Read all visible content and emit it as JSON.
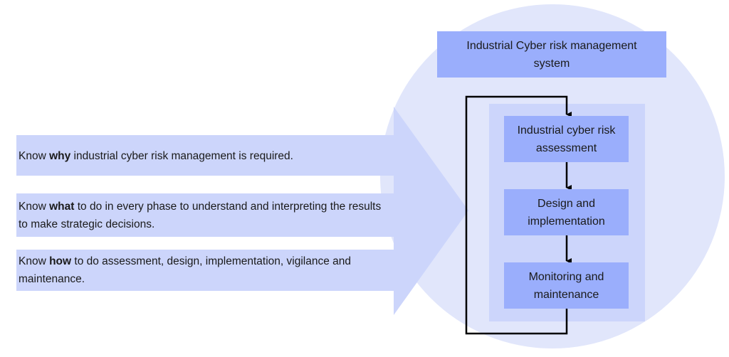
{
  "title": "Industrial Cyber risk management system",
  "knowledge_items": [
    {
      "prefix": "Know ",
      "keyword": "why",
      "suffix": " industrial cyber risk management is required."
    },
    {
      "prefix": "Know ",
      "keyword": "what",
      "suffix": " to do in every phase to understand and interpreting the results to make strategic decisions."
    },
    {
      "prefix": "Know ",
      "keyword": "how",
      "suffix": " to do assessment, design, implementation, vigilance and maintenance."
    }
  ],
  "process_steps": [
    "Industrial cyber risk assessment",
    "Design and implementation",
    "Monitoring and maintenance"
  ],
  "colors": {
    "circle": "#e1e6fb",
    "arrow": "#ccd5fb",
    "box": "#9aaefc",
    "panel": "#ccd5fb",
    "line": "#000000"
  }
}
